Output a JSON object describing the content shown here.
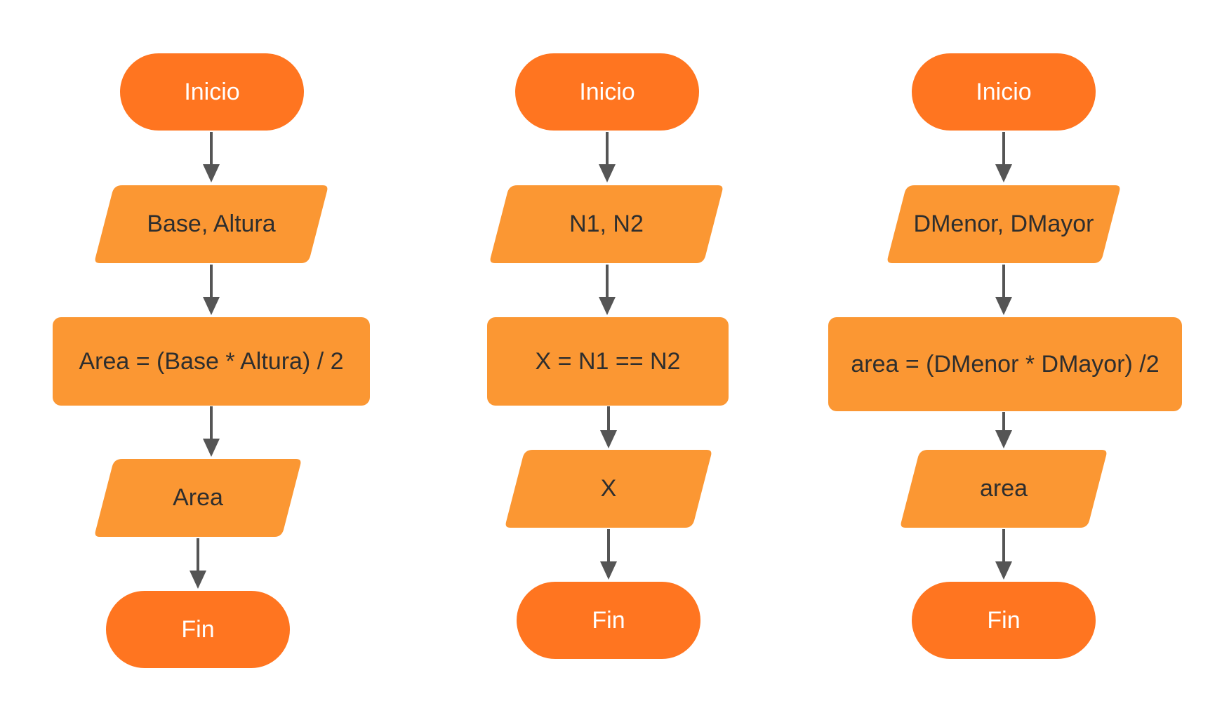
{
  "colors": {
    "terminal_fill": "#ff7520",
    "step_fill": "#fb9733",
    "terminal_text": "#ffffff",
    "step_text": "#2e2e2e",
    "connector": "#555555"
  },
  "flowcharts": [
    {
      "start": "Inicio",
      "input": "Base, Altura",
      "process": "Area = (Base * Altura) / 2",
      "output": "Area",
      "end": "Fin"
    },
    {
      "start": "Inicio",
      "input": "N1, N2",
      "process": "X = N1 == N2",
      "output": "X",
      "end": "Fin"
    },
    {
      "start": "Inicio",
      "input": "DMenor, DMayor",
      "process": "area = (DMenor * DMayor) /2",
      "output": "area",
      "end": "Fin"
    }
  ]
}
